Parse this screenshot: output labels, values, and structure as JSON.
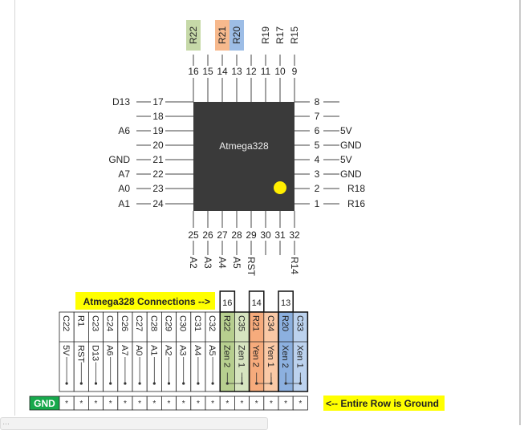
{
  "chip": {
    "name": "Atmega328",
    "body_color": "#3a3a3a",
    "marker_color": "#ffee00"
  },
  "top_pins": [
    {
      "pin": "16",
      "label": "R22",
      "highlight": "#c6d9a8"
    },
    {
      "pin": "15",
      "label": "",
      "highlight": ""
    },
    {
      "pin": "14",
      "label": "R21",
      "highlight": "#f7b98d"
    },
    {
      "pin": "13",
      "label": "R20",
      "highlight": "#9dbde6"
    },
    {
      "pin": "12",
      "label": "",
      "highlight": ""
    },
    {
      "pin": "11",
      "label": "R19",
      "highlight": ""
    },
    {
      "pin": "10",
      "label": "R17",
      "highlight": ""
    },
    {
      "pin": "9",
      "label": "R15",
      "highlight": ""
    }
  ],
  "left_pins": [
    {
      "pin": "17",
      "label": "D13"
    },
    {
      "pin": "18",
      "label": ""
    },
    {
      "pin": "19",
      "label": "A6"
    },
    {
      "pin": "20",
      "label": ""
    },
    {
      "pin": "21",
      "label": "GND"
    },
    {
      "pin": "22",
      "label": "A7"
    },
    {
      "pin": "23",
      "label": "A0"
    },
    {
      "pin": "24",
      "label": "A1"
    }
  ],
  "right_pins": [
    {
      "pin": "8",
      "label": ""
    },
    {
      "pin": "7",
      "label": ""
    },
    {
      "pin": "6",
      "label": "5V"
    },
    {
      "pin": "5",
      "label": "GND"
    },
    {
      "pin": "4",
      "label": "5V"
    },
    {
      "pin": "3",
      "label": "GND"
    },
    {
      "pin": "2",
      "label": "R18"
    },
    {
      "pin": "1",
      "label": "R16"
    }
  ],
  "bottom_pins": [
    {
      "pin": "25",
      "label": "A2"
    },
    {
      "pin": "26",
      "label": "A3"
    },
    {
      "pin": "27",
      "label": "A4"
    },
    {
      "pin": "28",
      "label": "A5"
    },
    {
      "pin": "29",
      "label": "RST"
    },
    {
      "pin": "30",
      "label": ""
    },
    {
      "pin": "31",
      "label": ""
    },
    {
      "pin": "32",
      "label": "R14"
    }
  ],
  "connections_table": {
    "title": "Atmega328 Connections -->",
    "title_bg": "#ffff00",
    "pin_boxes": [
      {
        "label": "16",
        "column": 11
      },
      {
        "label": "14",
        "column": 13
      },
      {
        "label": "13",
        "column": 15
      }
    ],
    "columns": [
      {
        "header": "C22",
        "signal": "5V",
        "bg": "#ffffff"
      },
      {
        "header": "R1",
        "signal": "RST",
        "bg": "#ffffff"
      },
      {
        "header": "C23",
        "signal": "D13",
        "bg": "#ffffff"
      },
      {
        "header": "C24",
        "signal": "A6",
        "bg": "#ffffff"
      },
      {
        "header": "C26",
        "signal": "A7",
        "bg": "#ffffff"
      },
      {
        "header": "C27",
        "signal": "A0",
        "bg": "#ffffff"
      },
      {
        "header": "C28",
        "signal": "A1",
        "bg": "#ffffff"
      },
      {
        "header": "C29",
        "signal": "A2",
        "bg": "#ffffff"
      },
      {
        "header": "C30",
        "signal": "A3",
        "bg": "#ffffff"
      },
      {
        "header": "C31",
        "signal": "A4",
        "bg": "#ffffff"
      },
      {
        "header": "C32",
        "signal": "A5",
        "bg": "#ffffff"
      },
      {
        "header": "R22",
        "signal": "Zen 2",
        "bg": "#b7cf8f"
      },
      {
        "header": "C35",
        "signal": "Zen 1",
        "bg": "#d6e4bf"
      },
      {
        "header": "R21",
        "signal": "Yen 2",
        "bg": "#f6ab7c"
      },
      {
        "header": "C34",
        "signal": "Yen 1",
        "bg": "#fac9a6"
      },
      {
        "header": "R20",
        "signal": "Xen 2",
        "bg": "#8cb0df"
      },
      {
        "header": "C33",
        "signal": "Xen 1",
        "bg": "#bcd2ee"
      }
    ],
    "gnd_row": {
      "label": "GND",
      "label_bg": "#17a94c",
      "cells": [
        "*",
        "*",
        "*",
        "*",
        "*",
        "*",
        "*",
        "*",
        "*",
        "*",
        "*",
        "*",
        "*",
        "*",
        "*",
        "*",
        "*"
      ]
    },
    "note": "<-- Entire Row is Ground",
    "note_bg": "#ffff00"
  },
  "status_bar": {
    "text": "…"
  }
}
